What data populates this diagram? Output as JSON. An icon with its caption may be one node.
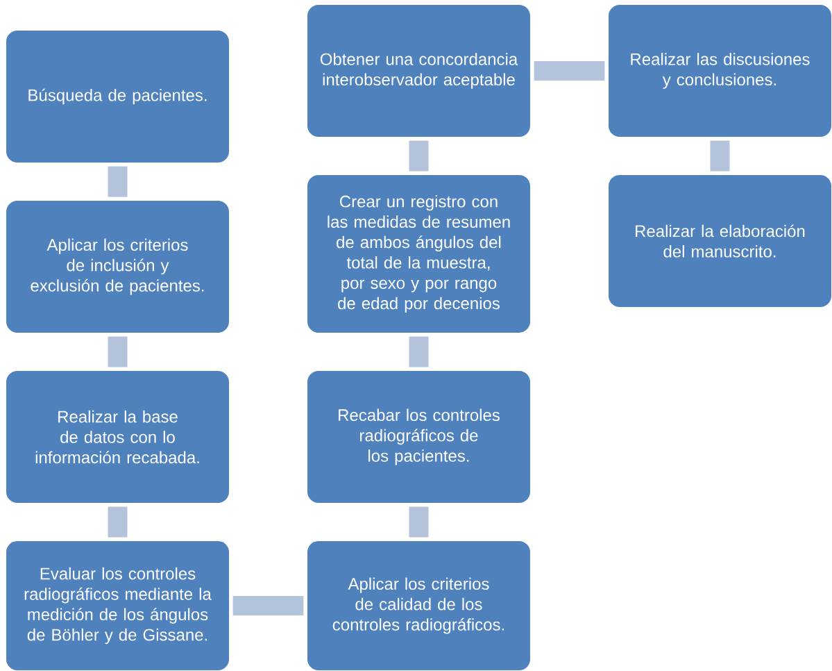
{
  "diagram": {
    "nodes": [
      {
        "text": [
          "Búsqueda de pacientes."
        ]
      },
      {
        "text": [
          "Aplicar los criterios de inclusión y exclusión de pacientes."
        ]
      },
      {
        "text": [
          "Realizar la base de datos con lo información recabada."
        ]
      },
      {
        "text": [
          "Evaluar los controles radiográficos mediante la medición de los ángulos de Böhler y de Gissane."
        ]
      },
      {
        "text": [
          "Aplicar los criterios de calidad de los controles radiográficos."
        ]
      },
      {
        "text": [
          "Recabar  los controles radiográficos de los pacientes."
        ]
      },
      {
        "text": [
          "Crear un registro con las medidas de resumen de ambos ángulos del total de la muestra, por sexo y por rango de edad por decenios"
        ]
      },
      {
        "text": [
          "Obtener una concordancia interobservador aceptable"
        ]
      },
      {
        "text": [
          "Realizar las discusiones y conclusiones."
        ]
      },
      {
        "text": [
          "Realizar la elaboración del manuscrito."
        ]
      }
    ],
    "edges": [
      {
        "from": 0,
        "to": 1,
        "arrow": "none"
      },
      {
        "from": 1,
        "to": 2,
        "arrow": "none"
      },
      {
        "from": 2,
        "to": 3,
        "arrow": "none"
      },
      {
        "from": 3,
        "to": 4,
        "arrow": "none"
      },
      {
        "from": 4,
        "to": 5,
        "arrow": "none"
      },
      {
        "from": 5,
        "to": 6,
        "arrow": "none"
      },
      {
        "from": 6,
        "to": 7,
        "arrow": "none"
      },
      {
        "from": 7,
        "to": 8,
        "arrow": "none"
      },
      {
        "from": 8,
        "to": 9,
        "arrow": "none"
      }
    ]
  }
}
